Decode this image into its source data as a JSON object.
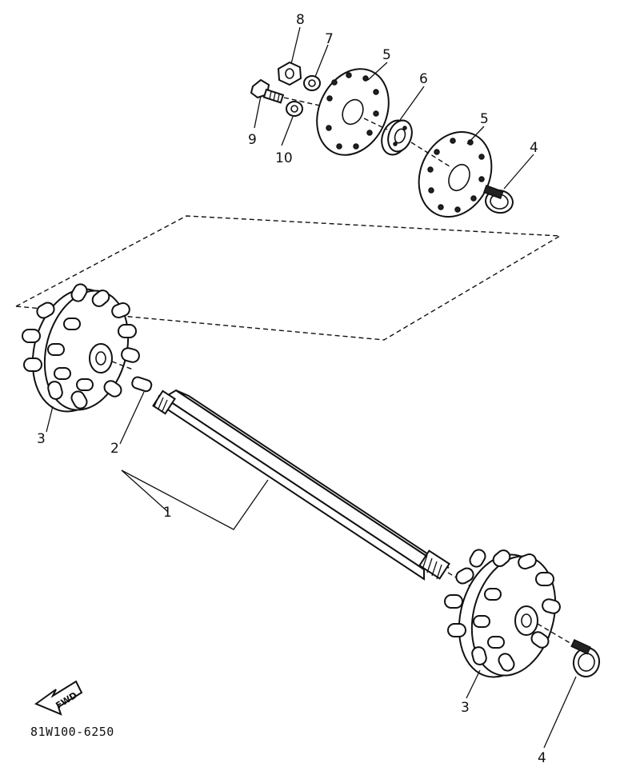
{
  "diagram": {
    "part_number": "81W100-6250",
    "fwd_label": "FWD",
    "callouts": {
      "c1": "1",
      "c2": "2",
      "c3_left": "3",
      "c3_right": "3",
      "c4_top": "4",
      "c4_bottom": "4",
      "c5_left": "5",
      "c5_right": "5",
      "c6": "6",
      "c7": "7",
      "c8": "8",
      "c9": "9",
      "c10": "10"
    }
  }
}
